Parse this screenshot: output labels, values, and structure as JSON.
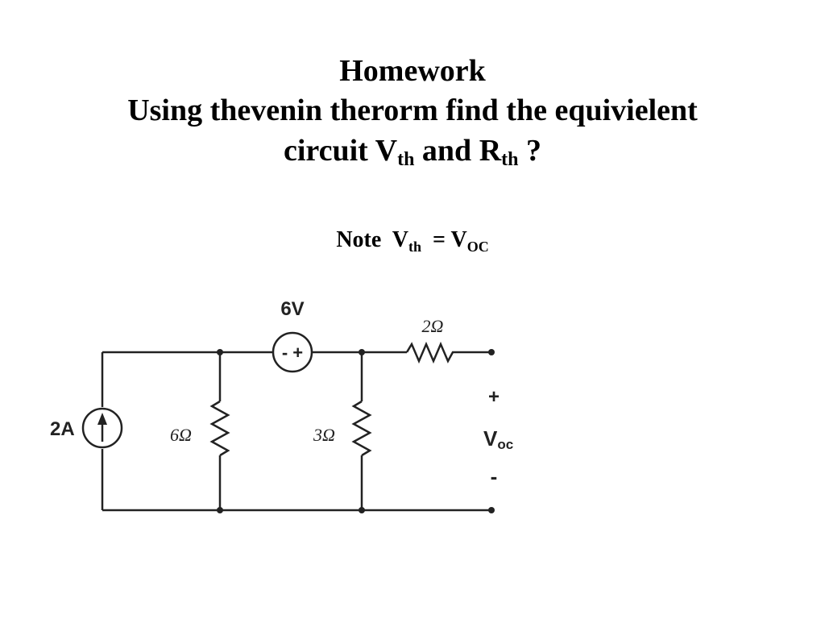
{
  "title": {
    "line1": "Homework",
    "line2": "Using thevenin therorm find the equivielent",
    "line3_prefix": "circuit  V",
    "line3_sub1": "th",
    "line3_mid": " and R",
    "line3_sub2": "th",
    "line3_suffix": " ?"
  },
  "note": {
    "prefix": "Note  V",
    "sub1": "th",
    "mid": "  = V",
    "sub2": "OC"
  },
  "circuit": {
    "current_source_label": "2A",
    "voltage_source_label": "6V",
    "voltage_source_polarity": "- +",
    "resistor_6_label": "6Ω",
    "resistor_3_label": "3Ω",
    "resistor_2_label": "2Ω",
    "output_plus": "+",
    "output_minus": "-",
    "output_label_main": "V",
    "output_label_sub": "oc"
  }
}
